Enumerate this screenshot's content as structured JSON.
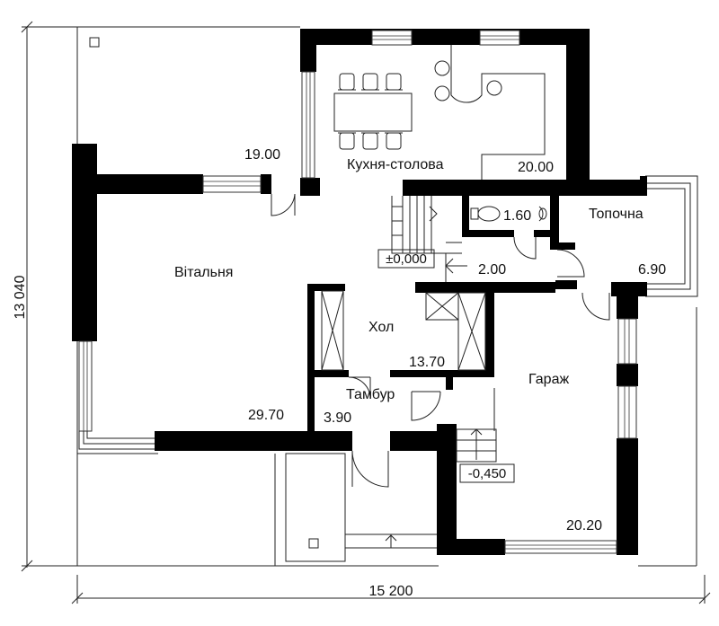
{
  "dimensions": {
    "width_label": "15 200",
    "height_label": "13 040"
  },
  "rooms": [
    {
      "id": "kitchen",
      "name": "Кухня-столова",
      "area": "20.00"
    },
    {
      "id": "terrace_top",
      "name": "",
      "area": "19.00"
    },
    {
      "id": "living",
      "name": "Вітальня",
      "area": "29.70"
    },
    {
      "id": "bath",
      "name": "",
      "area": "1.60"
    },
    {
      "id": "boiler",
      "name": "Топочна",
      "area": "6.90"
    },
    {
      "id": "corridor",
      "name": "",
      "area": "2.00"
    },
    {
      "id": "hall",
      "name": "Хол",
      "area": "13.70"
    },
    {
      "id": "vestibule",
      "name": "Тамбур",
      "area": "3.90"
    },
    {
      "id": "garage",
      "name": "Гараж",
      "area": "20.20"
    }
  ],
  "levels": {
    "main": "±0,000",
    "garage": "-0,450"
  }
}
